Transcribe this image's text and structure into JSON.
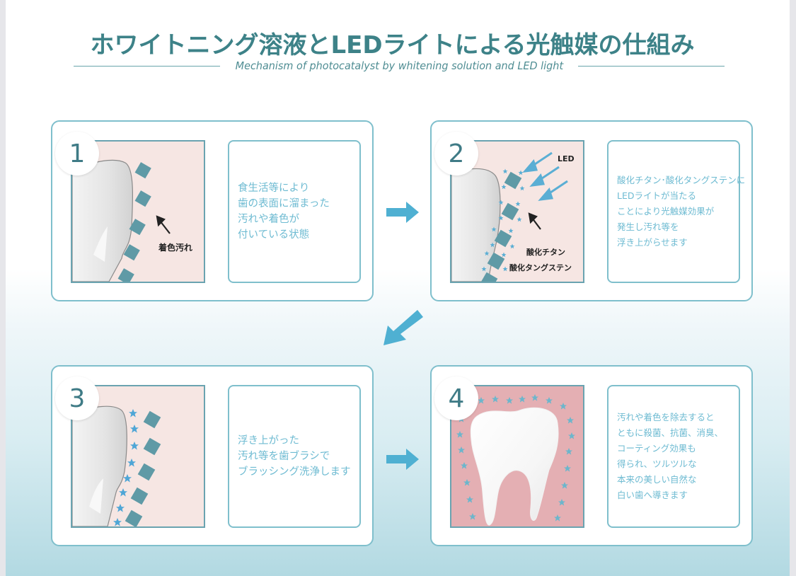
{
  "header": {
    "title": "ホワイトニング溶液とLEDライトによる光触媒の仕組み",
    "subtitle": "Mechanism of photocatalyst by whitening solution and LED light"
  },
  "colors": {
    "accent": "#3d8288",
    "card_border": "#7fbfcc",
    "text_blue": "#6ebbd2",
    "stain": "#5f9aa6",
    "star": "#5aaed4",
    "arrow": "#4fb0d2",
    "pink_bg": "#f6e6e3",
    "rose_bg": "#e4afb3"
  },
  "steps": [
    {
      "number": "1",
      "image_labels": [
        "着色汚れ"
      ],
      "text_lines": [
        "食生活等により",
        "歯の表面に溜まった",
        "汚れや着色が",
        "付いている状態"
      ]
    },
    {
      "number": "2",
      "image_labels": [
        "LED",
        "酸化チタン",
        "酸化タングステン"
      ],
      "text_lines": [
        "酸化チタン･酸化タングステンに",
        "LEDライトが当たる",
        "ことにより光触媒効果が",
        "発生し汚れ等を",
        "浮き上がらせます"
      ]
    },
    {
      "number": "3",
      "image_labels": [],
      "text_lines": [
        "浮き上がった",
        "汚れ等を歯ブラシで",
        "ブラッシング洗浄します"
      ]
    },
    {
      "number": "4",
      "image_labels": [],
      "text_lines": [
        "汚れや着色を除去すると",
        "ともに殺菌、抗菌、消臭、",
        "コーティング効果も",
        "得られ、ツルツルな",
        "本来の美しい自然な",
        "白い歯へ導きます"
      ]
    }
  ],
  "flow_arrows": [
    "right-arrow",
    "down-left-arrow",
    "right-arrow"
  ]
}
